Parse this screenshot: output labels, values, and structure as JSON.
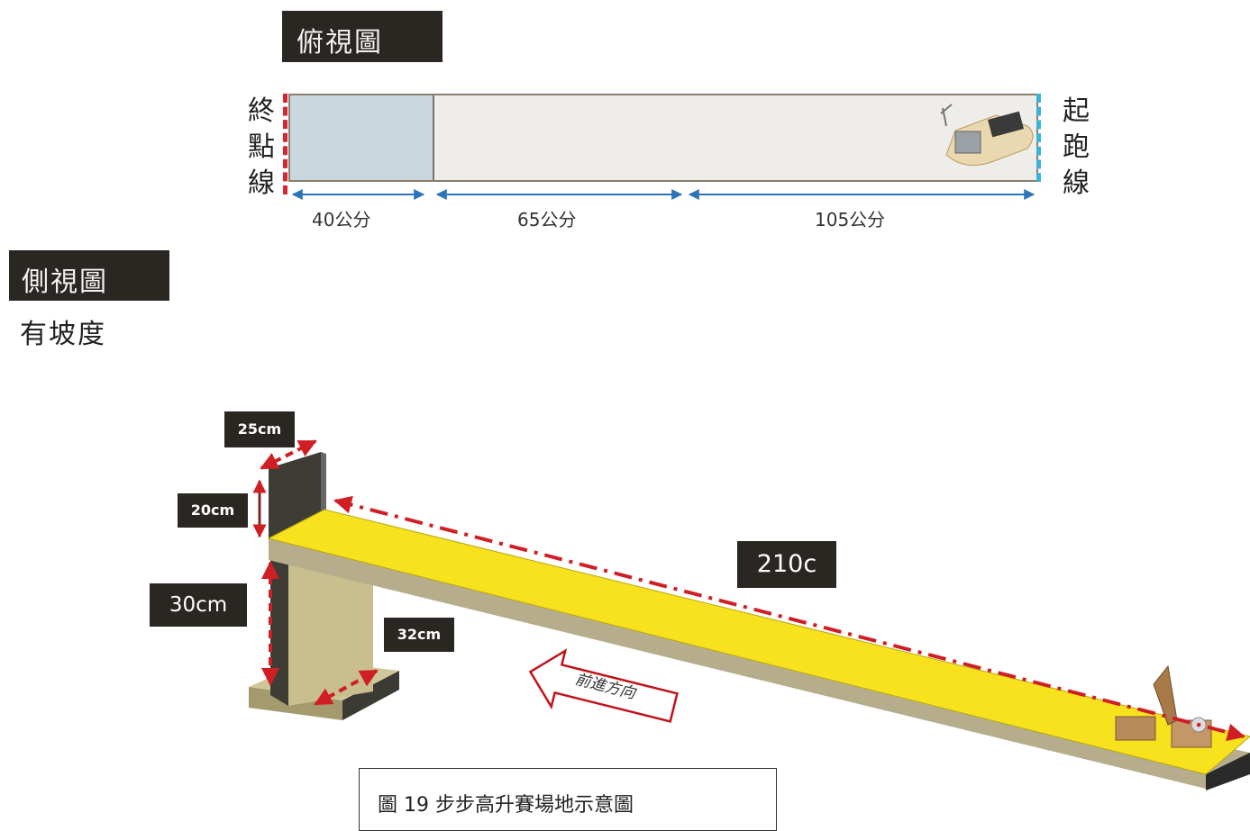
{
  "top_view": {
    "title": "俯視圖",
    "finish_label": "終點線",
    "start_label": "起跑線",
    "segments": [
      "40公分",
      "65公分",
      "105公分"
    ]
  },
  "side_view": {
    "title": "側視圖",
    "note": "有坡度",
    "dims": {
      "width": "25cm",
      "wall_height": "20cm",
      "support_height": "30cm",
      "base": "32cm",
      "length": "210c"
    },
    "direction": "前進方向"
  },
  "caption": "圖 19  步步高升賽場地示意圖",
  "colors": {
    "ramp": "#f8e21e",
    "finish_line": "#d6262e",
    "start_line": "#3ab4d6",
    "label_bg": "#2a2622",
    "dimension_arrow": "#d01e25"
  }
}
